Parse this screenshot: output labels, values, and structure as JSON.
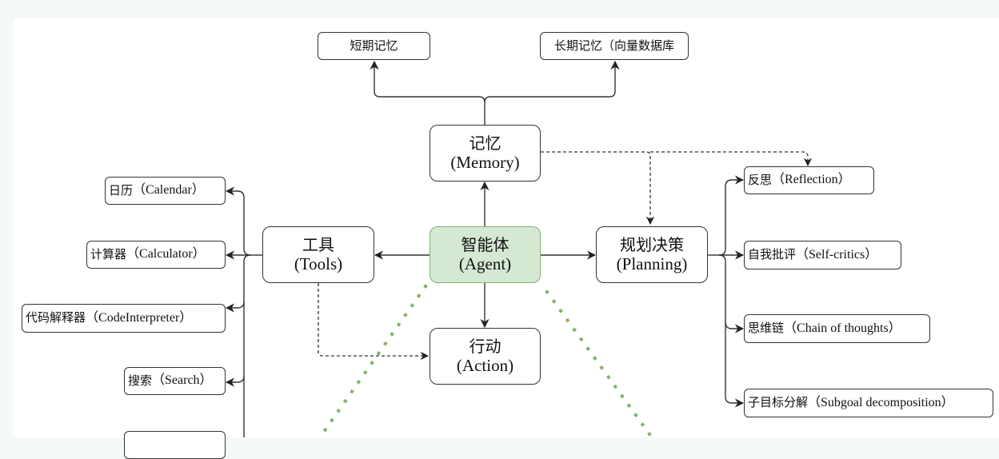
{
  "diagram": {
    "title": "Agent architecture",
    "colors": {
      "agent_fill": "#d5e8d4",
      "agent_stroke": "#82b366",
      "dotted_green": "#82b366",
      "edge": "#333333",
      "background": "#f6f9f9"
    },
    "center": {
      "zh": "智能体",
      "en": "(Agent)"
    },
    "memory": {
      "zh": "记忆",
      "en": "(Memory)",
      "children": [
        {
          "label": "短期记忆"
        },
        {
          "label": "长期记忆（向量数据库"
        }
      ]
    },
    "tools": {
      "zh": "工具",
      "en": "(Tools)",
      "children": [
        {
          "zh": "日历",
          "en": "（Calendar）"
        },
        {
          "zh": "计算器",
          "en": "（Calculator）"
        },
        {
          "zh": "代码解释器",
          "en": "（CodeInterpreter）"
        },
        {
          "zh": "搜索",
          "en": "（Search）"
        },
        {
          "zh": "",
          "en": ""
        }
      ]
    },
    "planning": {
      "zh": "规划决策",
      "en": "(Planning)",
      "children": [
        {
          "zh": "反思",
          "en": "（Reflection）"
        },
        {
          "zh": "自我批评",
          "en": "（Self-critics）"
        },
        {
          "zh": "思维链",
          "en": "（Chain of thoughts）"
        },
        {
          "zh": "子目标分解",
          "en": "（Subgoal decomposition）"
        }
      ]
    },
    "action": {
      "zh": "行动",
      "en": "(Action)"
    }
  }
}
